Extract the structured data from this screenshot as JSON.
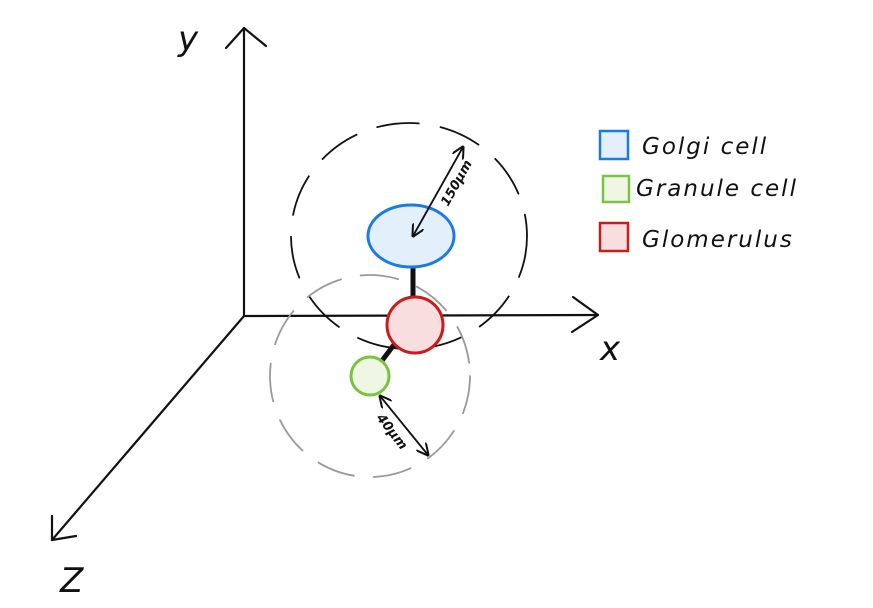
{
  "axes": {
    "y_label": "y",
    "x_label": "x",
    "z_label": "Z"
  },
  "legend": [
    {
      "label": "Golgi cell",
      "color": "#1a7ae6",
      "fill": "#e3f0fc"
    },
    {
      "label": "Granule cell",
      "color": "#7cc242",
      "fill": "#eef7e4"
    },
    {
      "label": "Glomerulus",
      "color": "#cc1b1b",
      "fill": "#f8dede"
    }
  ],
  "measurements": {
    "golgi_radius": "150µm",
    "granule_radius": "40µm"
  },
  "colors": {
    "golgi_stroke": "#1a7ae6",
    "golgi_fill": "#e3f0fc",
    "granule_stroke": "#7cc242",
    "granule_fill": "#eef7e4",
    "glomerulus_stroke": "#cc1b1b",
    "glomerulus_fill": "#f8dede",
    "golgi_range_stroke": "#111111",
    "granule_range_stroke": "#9a9a9a"
  }
}
